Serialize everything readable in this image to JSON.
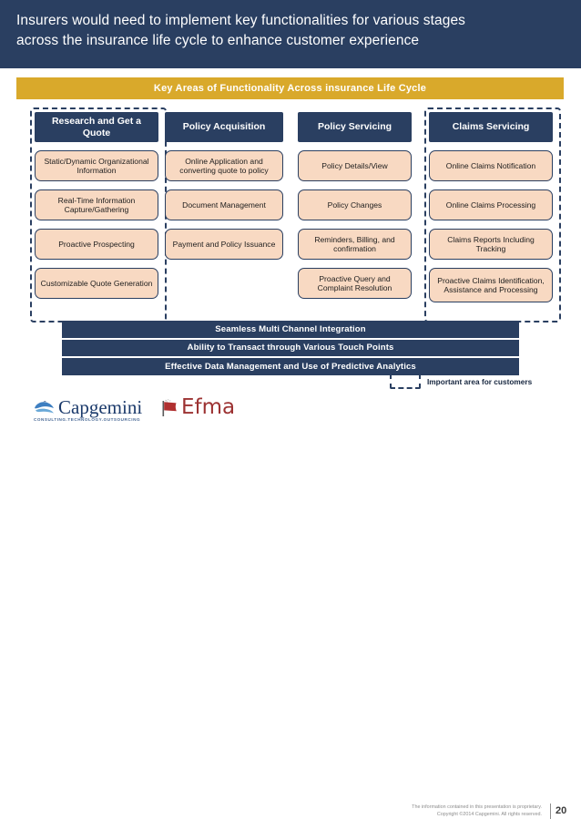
{
  "slide": {
    "title_lines": [
      "Insurers would need to implement key functionalities for various stages",
      "across the insurance life cycle to enhance customer experience"
    ],
    "banner": "Key Areas of Functionality Across insurance Life Cycle",
    "page_number": "20",
    "copyright_lines": [
      "The information contained in this presentation is proprietary.",
      "Copyright ©2014 Capgemini. All rights reserved."
    ]
  },
  "columns": [
    {
      "header": "Research and Get a Quote",
      "highlighted": true,
      "items": [
        "Static/Dynamic Organizational Information",
        "Real-Time Information Capture/Gathering",
        "Proactive Prospecting",
        "Customizable Quote Generation"
      ]
    },
    {
      "header": "Policy Acquisition",
      "highlighted": false,
      "items": [
        "Online Application and converting quote to policy",
        "Document Management",
        "Payment and Policy Issuance"
      ]
    },
    {
      "header": "Policy Servicing",
      "highlighted": false,
      "items": [
        "Policy Details/View",
        "Policy Changes",
        "Reminders, Billing, and confirmation",
        "Proactive Query and Complaint Resolution"
      ]
    },
    {
      "header": "Claims Servicing",
      "highlighted": true,
      "items": [
        "Online Claims Notification",
        "Online Claims Processing",
        "Claims Reports Including Tracking",
        "Proactive Claims Identification, Assistance and Processing"
      ]
    }
  ],
  "foundation_bars": [
    "Seamless Multi Channel Integration",
    "Ability to Transact through Various Touch Points",
    "Effective Data Management and Use of Predictive Analytics"
  ],
  "legend": {
    "label": "Important area for customers"
  },
  "logos": {
    "capgemini_word": "Capgemini",
    "capgemini_tagline": "CONSULTING.TECHNOLOGY.OUTSOURCING",
    "efma_word": "Efma"
  },
  "colors": {
    "navy": "#2a3f61",
    "gold": "#d9a92b",
    "peach": "#f8d9c2",
    "capgemini_blue": "#1b3a6b",
    "efma_red": "#9c3232"
  }
}
